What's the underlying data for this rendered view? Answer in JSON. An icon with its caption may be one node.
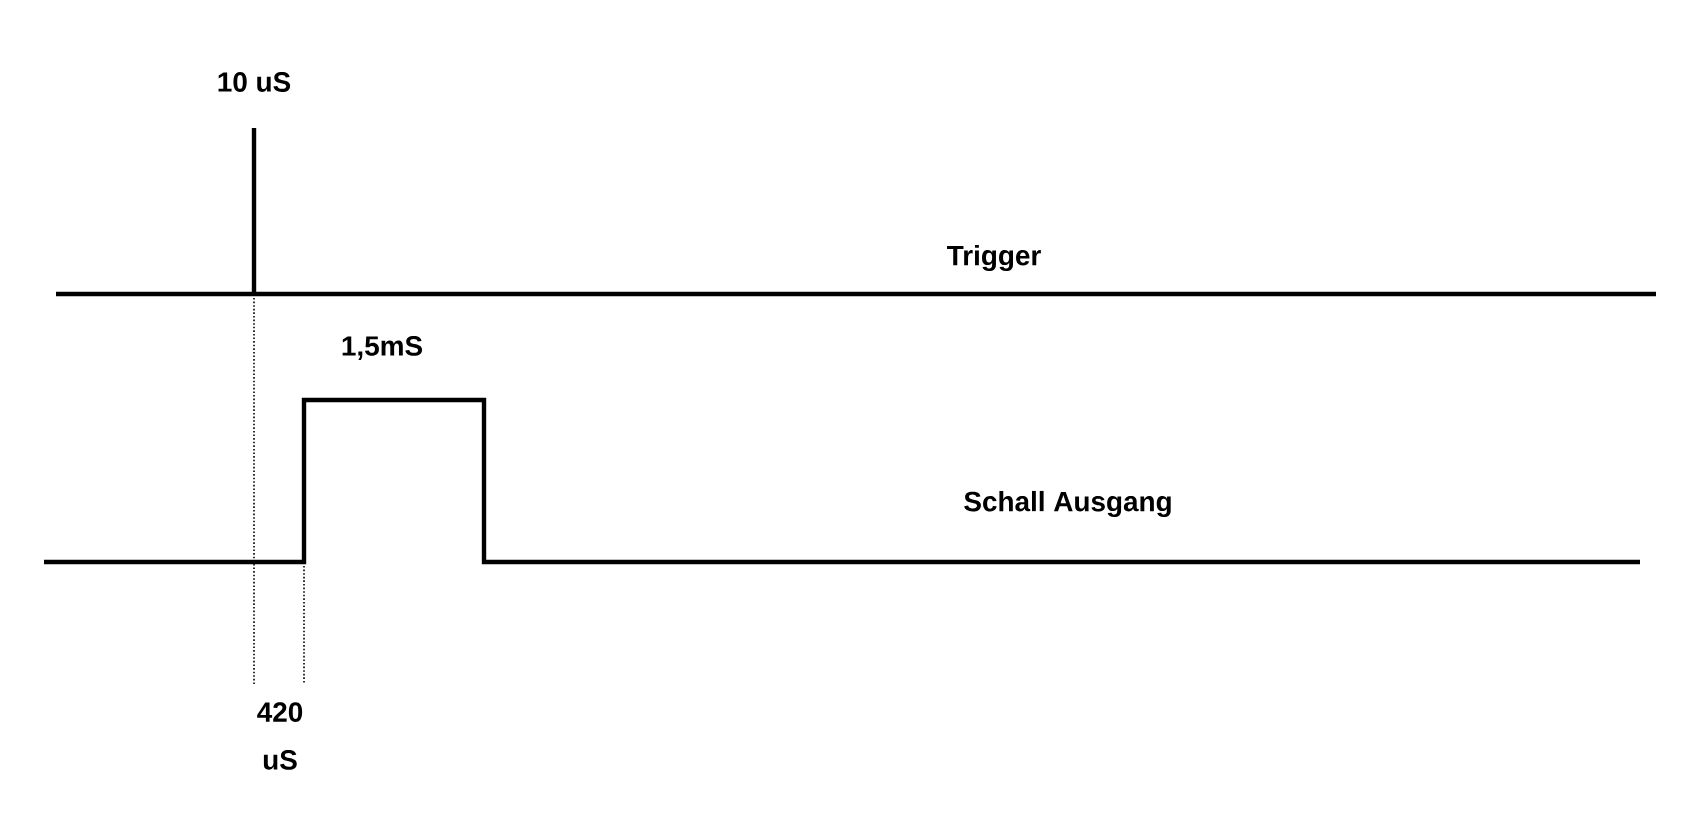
{
  "diagram": {
    "labels": [
      "10 uS",
      "Trigger",
      "1,5mS",
      "Schall Ausgang",
      "420 uS"
    ]
  }
}
